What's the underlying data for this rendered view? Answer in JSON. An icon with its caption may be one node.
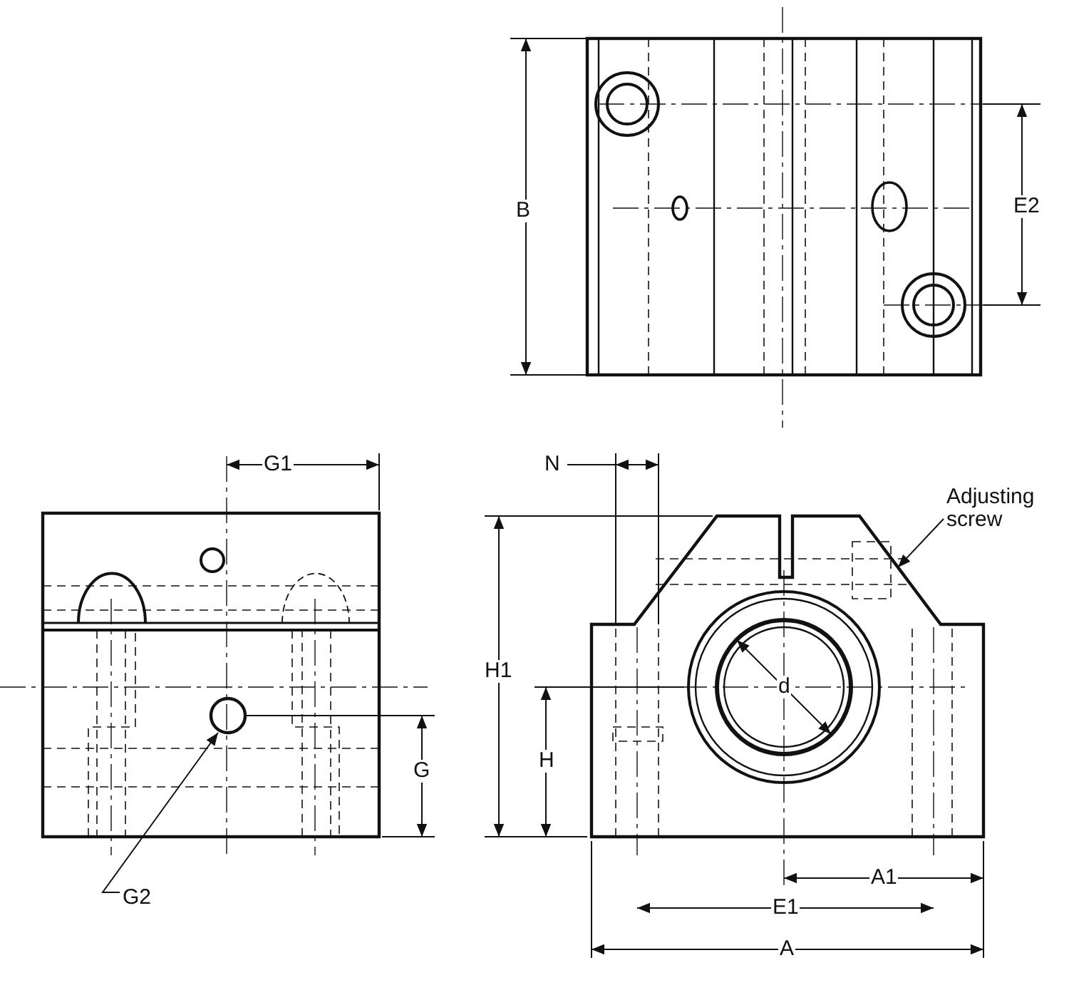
{
  "diagram": {
    "nodes": [
      {
        "text": [
          "Adjusting screw"
        ]
      },
      {
        "text": [
          "G2"
        ]
      }
    ],
    "edges": [
      {
        "from": 0,
        "to": null,
        "arrow": "to"
      },
      {
        "from": 1,
        "to": null,
        "arrow": "to"
      }
    ],
    "labels": [
      "B",
      "E2",
      "G1",
      "N",
      "H1",
      "d",
      "H",
      "G",
      "A1",
      "E1",
      "A"
    ]
  }
}
